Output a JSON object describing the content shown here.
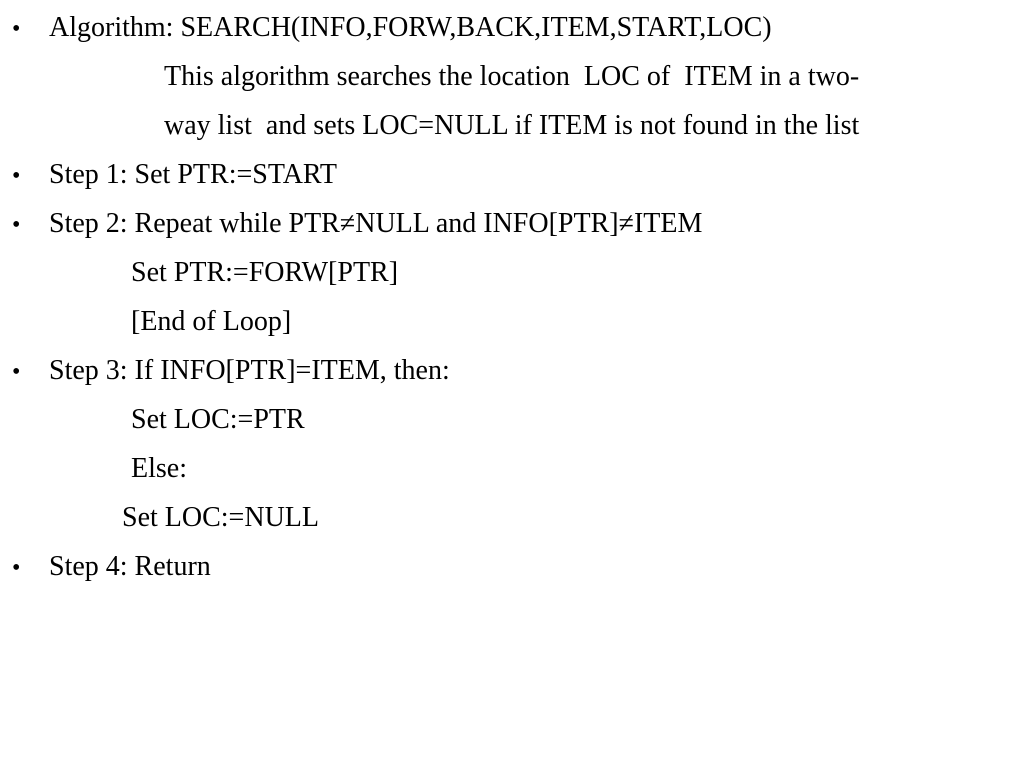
{
  "slide": {
    "bullet_glyph": "•",
    "algorithm": {
      "heading": "Algorithm: SEARCH(INFO,FORW,BACK,ITEM,START,LOC)",
      "description_line1": "This algorithm searches the location  LOC of  ITEM in a two-",
      "description_line2": "way list  and sets LOC=NULL if ITEM is not found in the list"
    },
    "step1": {
      "text": "Step 1: Set PTR:=START"
    },
    "step2": {
      "text": "Step 2: Repeat while PTR≠NULL and INFO[PTR]≠ITEM",
      "sub1": "Set PTR:=FORW[PTR]",
      "sub2": "[End of Loop]"
    },
    "step3": {
      "text": "Step 3: If INFO[PTR]=ITEM, then:",
      "sub1": "Set LOC:=PTR",
      "sub2": "Else:",
      "sub3": "Set LOC:=NULL"
    },
    "step4": {
      "text": "Step 4: Return"
    }
  }
}
